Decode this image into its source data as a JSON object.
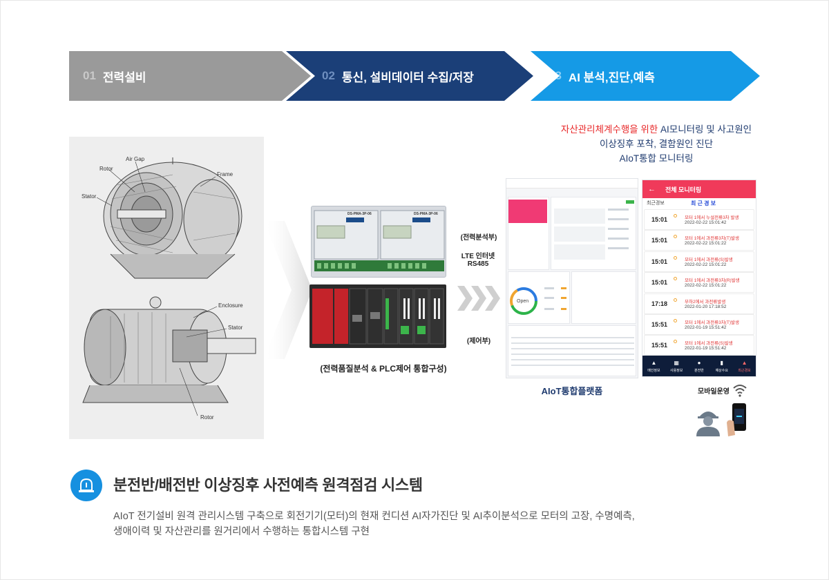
{
  "steps": [
    {
      "num": "01",
      "label": "전력설비"
    },
    {
      "num": "02",
      "label": "통신, 설비데이터 수집/저장"
    },
    {
      "num": "03",
      "label": "AI 분석,진단,예측"
    }
  ],
  "motor_labels": {
    "air_gap": "Air Gap",
    "rotor_top": "Rotor",
    "frame": "Frame",
    "stator_top": "Stator",
    "enclosure": "Enclosure",
    "stator_bottom": "Stator",
    "rotor_bottom": "Rotor"
  },
  "devices": {
    "meter_model_1": "DS-PMA-3P-06",
    "meter_model_2": "DS-PMA-3P-06",
    "label_power": "(전력분석부)",
    "label_lte": "LTE 인터넷",
    "label_rs485": "RS485",
    "label_control": "(제어부)",
    "caption": "(전력품질분석 & PLC제어 통합구성)"
  },
  "ai_heading": {
    "line1_red": "자산관리체계수행을 위한",
    "line1_rest": " AI모니터링 및 사고원인",
    "line2": "이상징후 포착, 결함원인 진단",
    "line3": "AIoT통합 모니터링"
  },
  "dashboard": {
    "gauge_label": "Open",
    "caption": "AIoT통합플랫폼"
  },
  "mobile": {
    "back_glyph": "←",
    "title": "전체 모니터링",
    "sub_left": "최근경보",
    "sub_tab": "최 근 경 보",
    "alerts": [
      {
        "time": "15:01",
        "msg": "모터 1에서 누설전류3차 발생",
        "ts": "2022-02-22 15:01:42"
      },
      {
        "time": "15:01",
        "msg": "모터 1에서 과전류3차(T)발생",
        "ts": "2022-02-22 15:01:22"
      },
      {
        "time": "15:01",
        "msg": "모터 1에서 과전류(S)발생",
        "ts": "2022-02-22 15:01:22"
      },
      {
        "time": "15:01",
        "msg": "모터 1에서 과전류3차(R)발생",
        "ts": "2022-02-22 15:01:22"
      },
      {
        "time": "17:18",
        "msg": "부하2에서 과전류발생",
        "ts": "2022-01-20 17:18:52"
      },
      {
        "time": "15:51",
        "msg": "모터 1에서 과전류3차(T)발생",
        "ts": "2022-01-19 15:51:42"
      },
      {
        "time": "15:51",
        "msg": "모터 1에서 과전류(S)발생",
        "ts": "2022-01-19 15:51:42"
      }
    ],
    "nav": [
      {
        "icon": "▲",
        "label": "메인정보"
      },
      {
        "icon": "▦",
        "label": "사용정보"
      },
      {
        "icon": "●",
        "label": "분전반"
      },
      {
        "icon": "▮",
        "label": "예상수요"
      },
      {
        "icon": "▲",
        "label": "최근경보"
      }
    ],
    "operation_label": "모바일운영"
  },
  "bottom": {
    "title": "분전반/배전반 이상징후 사전예측 원격점검 시스템",
    "desc_line1": "AIoT 전기설비 원격 관리시스템 구축으로 회전기기(모터)의 현재 컨디션 AI자가진단 및 AI추이분석으로 모터의 고장, 수명예측,",
    "desc_line2": "생애이력 및 자산관리를 원거리에서 수행하는 통합시스템 구현"
  },
  "colors": {
    "step1": "#9a9a9a",
    "step2": "#1b3f78",
    "step3": "#159ae6",
    "accent_red": "#e8292a",
    "mobile_header": "#f03a5a",
    "info_icon": "#1690e0"
  }
}
